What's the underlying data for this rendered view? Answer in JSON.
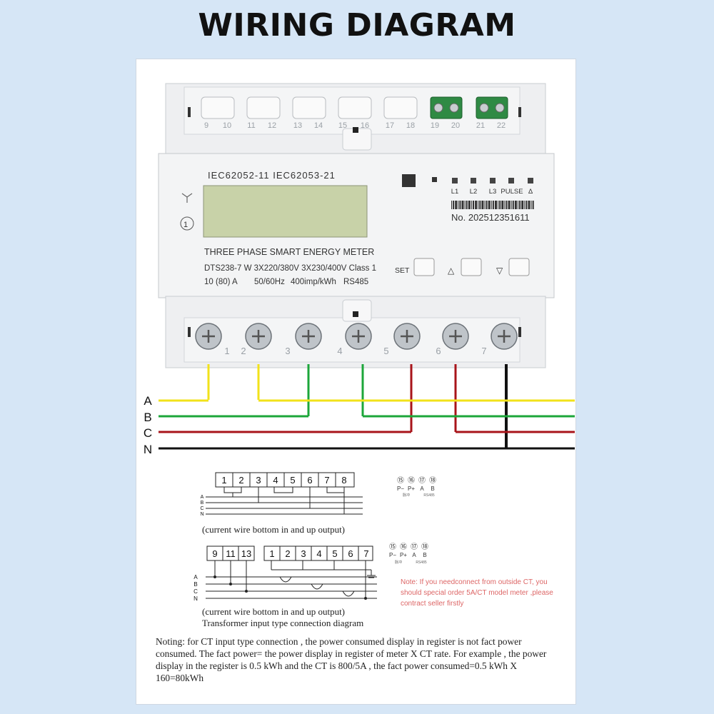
{
  "header": {
    "title": "WIRING DIAGRAM"
  },
  "meter": {
    "standards": "IEC62052-11 IEC62053-21",
    "leds": [
      "L1",
      "L2",
      "L3",
      "PULSE",
      "Δ"
    ],
    "serial": "No. 202512351611",
    "product_name": "THREE PHASE SMART ENERGY METER",
    "spec_line1": "DTS238-7 W 3X220/380V 3X230/400V  Class 1",
    "spec_line2_a": "10 (80) A",
    "spec_line2_b": "50/60Hz",
    "spec_line2_c": "400imp/kWh",
    "spec_line2_d": "RS485",
    "set_label": "SET",
    "up_label": "△",
    "down_label": "▽",
    "circle_one": "1",
    "top_terminal_numbers": [
      "9",
      "10",
      "11",
      "12",
      "13",
      "14",
      "15",
      "16",
      "17",
      "18",
      "19",
      "20",
      "21",
      "22"
    ],
    "bottom_terminal_numbers": [
      "1",
      "2",
      "3",
      "4",
      "5",
      "6",
      "7"
    ]
  },
  "wiring": {
    "lines": [
      {
        "label": "A",
        "color": "#f2e21a"
      },
      {
        "label": "B",
        "color": "#1ca63a"
      },
      {
        "label": "C",
        "color": "#a8141a"
      },
      {
        "label": "N",
        "color": "#111111"
      }
    ]
  },
  "diagram1": {
    "terminals": [
      "1",
      "2",
      "3",
      "4",
      "5",
      "6",
      "7",
      "8"
    ],
    "phase_labels": [
      "A",
      "B",
      "C",
      "N"
    ],
    "caption": "(current wire bottom in and up output)",
    "rs485_numbers": [
      "⑮",
      "⑯",
      "⑰",
      "⑱"
    ],
    "rs485_pins": [
      "P−",
      "P+",
      "A",
      "B"
    ],
    "rs485_sub": [
      "脉冲",
      "RS485"
    ]
  },
  "diagram2": {
    "terminals_left": [
      "9",
      "11",
      "13"
    ],
    "terminals_right": [
      "1",
      "2",
      "3",
      "4",
      "5",
      "6",
      "7"
    ],
    "phase_labels": [
      "A",
      "B",
      "C",
      "N"
    ],
    "caption": "(current wire bottom in and up output)",
    "subtitle": "Transformer input type connection diagram",
    "rs485_numbers": [
      "⑮",
      "⑯",
      "⑰",
      "⑱"
    ],
    "rs485_pins": [
      "P−",
      "P+",
      "A",
      "B"
    ],
    "rs485_sub": [
      "脉冲",
      "RS485"
    ],
    "note": "Note: If you needconnect from outside CT, you should special order 5A/CT model meter ,please contract seller firstly"
  },
  "footer": {
    "noting": "Noting: for CT input type connection , the power consumed display in register is not fact power consumed. The fact power= the power display in register of meter X CT rate. For example , the power display in the register is 0.5 kWh and the CT is 800/5A , the fact power consumed=0.5 kWh X 160=80kWh"
  }
}
